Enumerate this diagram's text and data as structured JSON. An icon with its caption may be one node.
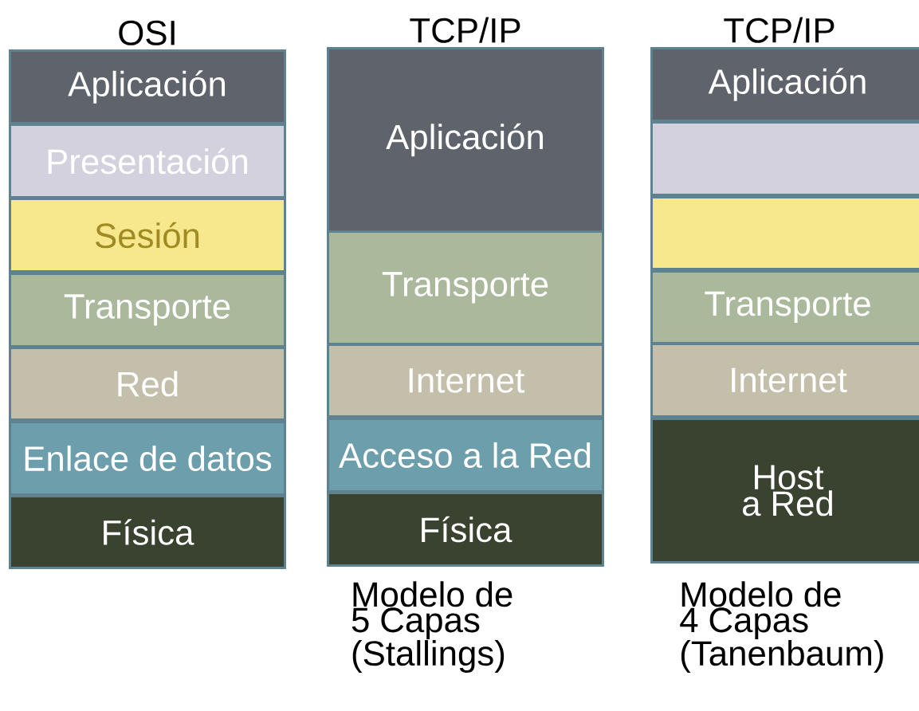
{
  "diagram": {
    "nodes": [
      {
        "text": [
          "OSI"
        ]
      },
      {
        "text": [
          "Aplicación"
        ],
        "in": 0
      },
      {
        "text": [
          "Presentación"
        ],
        "in": 0
      },
      {
        "text": [
          "Sesión"
        ],
        "in": 0
      },
      {
        "text": [
          "Transporte"
        ],
        "in": 0
      },
      {
        "text": [
          "Red"
        ],
        "in": 0
      },
      {
        "text": [
          "Enlace de datos"
        ],
        "in": 0
      },
      {
        "text": [
          "Física"
        ],
        "in": 0
      },
      {
        "text": [
          "TCP/IP"
        ],
        "beside": [
          "Modelo de 5 Capas (Stallings)"
        ]
      },
      {
        "text": [
          "Aplicación"
        ],
        "in": 8
      },
      {
        "text": [
          "Transporte"
        ],
        "in": 8
      },
      {
        "text": [
          "Internet"
        ],
        "in": 8
      },
      {
        "text": [
          "Acceso a la Red"
        ],
        "in": 8
      },
      {
        "text": [
          "Física"
        ],
        "in": 8
      },
      {
        "text": [
          "TCP/IP"
        ],
        "beside": [
          "Modelo de 4 Capas (Tanenbaum)"
        ]
      },
      {
        "text": [
          "Aplicación"
        ],
        "in": 14
      },
      {
        "text": [],
        "shape": "box",
        "in": 14
      },
      {
        "text": [],
        "shape": "box",
        "in": 14
      },
      {
        "text": [
          "Transporte"
        ],
        "in": 14
      },
      {
        "text": [
          "Internet"
        ],
        "in": 14
      },
      {
        "text": [
          "Host a Red"
        ],
        "in": 14
      }
    ]
  }
}
